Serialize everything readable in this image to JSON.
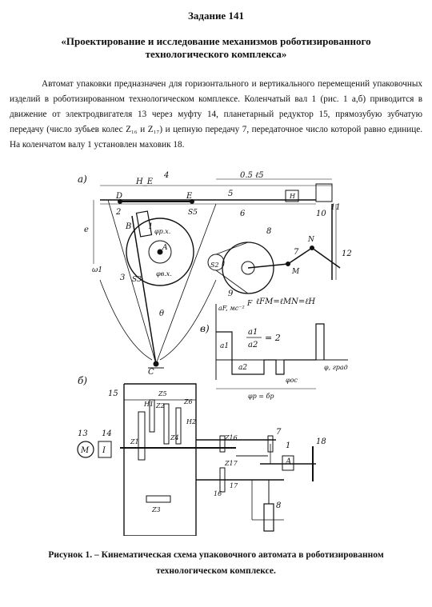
{
  "task_heading": "Задание 141",
  "title_line1": "«Проектирование и исследование механизмов роботизированного",
  "title_line2": "технологического комплекса»",
  "paragraph": "Автомат упаковки предназначен для горизонтального и вертикального перемещений упаковочных изделий в роботизированном технологическом комплексе. Коленчатый вал 1 (рис. 1 а,б) приводится в движение от электродвигателя 13 через муфту 14, планетарный редуктор 15, прямозубую зубчатую передачу (число зубьев колес Z₁₆ и Z₁₇) и цепную передачу 7, передаточное число которой равно единице. На коленчатом валу 1 установлен маховик 18.",
  "caption_line1": "Рисунок 1. – Кинематическая схема упаковочного автомата в роботизированном",
  "caption_line2": "технологическом комплексе.",
  "figure": {
    "label_a": "а)",
    "label_b": "б)",
    "label_v": "в)",
    "H_E": "H_E",
    "dim_top": "0.5 ℓ5",
    "n4": "4",
    "n5": "5",
    "n6": "6",
    "n8": "8",
    "n9": "9",
    "n10": "10",
    "n11": "11",
    "n12": "12",
    "n2": "2",
    "n1": "1",
    "n3": "3",
    "n7": "7",
    "n13": "13",
    "n14": "14",
    "n15": "15",
    "n16": "16",
    "n17": "17",
    "n18": "18",
    "pt_D": "D",
    "pt_E": "E",
    "pt_B": "B",
    "pt_A": "A",
    "pt_C": "C",
    "pt_N": "N",
    "pt_M": "M",
    "pt_F": "F",
    "S5": "S5",
    "S3": "S3",
    "S2": "S2",
    "phi_px": "φр.х.",
    "phi_vx": "φв.х.",
    "theta": "θ",
    "omega": "ω1",
    "H": "H",
    "e": "e",
    "lengths": "ℓFM=ℓMN=ℓH",
    "aF": "aF, мс⁻²",
    "a1": "a1",
    "a2": "a2",
    "ratio_a": "a1",
    "ratio_b": "a2",
    "ratio_val": "= 2",
    "phi_axis": "φ, град",
    "phi_oc": "φос",
    "phi_p": "φр = бр",
    "z1": "Z1",
    "z2": "Z2",
    "z3": "Z3",
    "z4": "Z4",
    "z5": "Z5",
    "z6": "Z6",
    "z16": "Z16",
    "z17": "Z17",
    "H1": "H1",
    "H2": "H2",
    "M_label": "M",
    "I_label": "I",
    "A_label": "A"
  }
}
